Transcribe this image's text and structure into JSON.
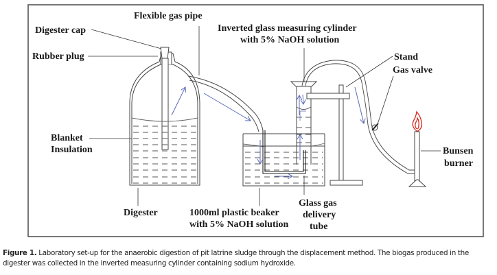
{
  "figure": {
    "labels": {
      "digester_cap": "Digester cap",
      "rubber_plug": "Rubber plug",
      "flexible_gas_pipe": "Flexible gas pipe",
      "cylinder_line1": "Inverted glass measuring cylinder",
      "cylinder_line2": "with 5% NaOH solution",
      "stand": "Stand",
      "gas_valve": "Gas valve",
      "blanket_line1": "Blanket",
      "blanket_line2": "Insulation",
      "digester": "Digester",
      "beaker_line1": "1000ml plastic beaker",
      "beaker_line2": "with 5% NaOH solution",
      "delivery_line1": "Glass gas",
      "delivery_line2": "delivery",
      "delivery_line3": "tube",
      "bunsen_line1": "Bunsen",
      "bunsen_line2": "burner"
    },
    "colors": {
      "line": "#333333",
      "flow_arrow": "#5b6bb5",
      "flame": "#d42a1e"
    }
  },
  "caption": {
    "label": "Figure 1.",
    "text": " Laboratory set-up for the anaerobic digestion of pit latrine sludge through the displacement method. The biogas produced in the digester was collected in the inverted measuring cylinder containing sodium hydroxide."
  }
}
